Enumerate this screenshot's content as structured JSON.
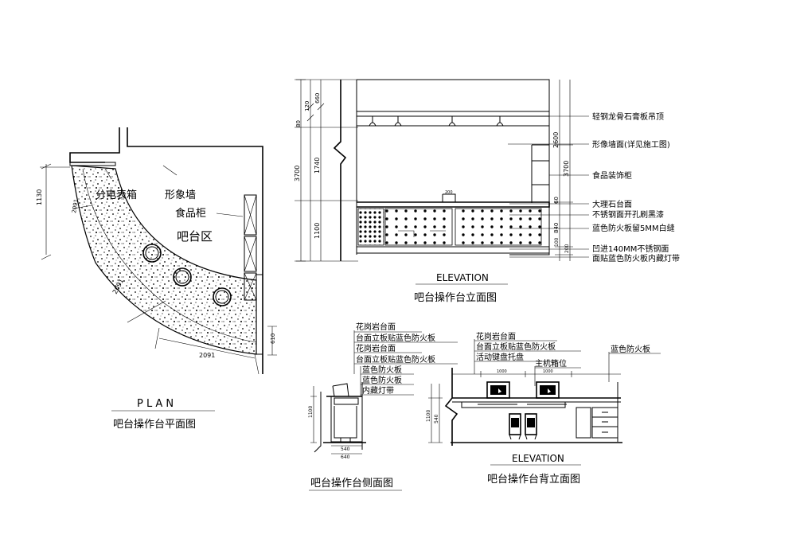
{
  "plan": {
    "view_title": "P L A N",
    "caption": "吧台操作台平面图",
    "labels": {
      "meter_box": "分电表箱",
      "image_wall": "形象墙",
      "food_cabinet": "食品柜",
      "bar_area": "吧台区"
    },
    "dims": {
      "d1130": "1130",
      "d1090": "2091",
      "d2091_inner": "2091",
      "d2091_bottom": "2091",
      "d610": "610"
    }
  },
  "elevation": {
    "view_title": "ELEVATION",
    "caption": "吧台操作台立面图",
    "dims": {
      "d3700": "3700",
      "d1740": "1740",
      "d1100": "1100",
      "d80": "80",
      "d660": "660",
      "d120": "120",
      "d2600": "2600",
      "d3700_right": "3700",
      "d60": "60",
      "d840": "840",
      "d100": "100",
      "d200": "200",
      "d200_top": "200"
    },
    "callouts": [
      "轻钢龙骨石膏板吊顶",
      "形像墙面(详见施工图)",
      "食品装饰柜",
      "大理石台面",
      "不锈钢面开孔刷黑漆",
      "蓝色防火板留5MM白缝",
      "凹进140MM不锈钢面",
      "面贴蓝色防火板内藏灯带"
    ]
  },
  "side": {
    "caption": "吧台操作台侧面图",
    "callouts": [
      "花岗岩台面",
      "台面立板贴蓝色防火板",
      "花岗岩台面",
      "台面立板贴蓝色防火板",
      "蓝色防火板",
      "蓝色防火板",
      "内藏灯带"
    ],
    "dims": {
      "d1100": "1100",
      "d640": "640",
      "d540": "540"
    }
  },
  "back": {
    "view_title": "ELEVATION",
    "caption": "吧台操作台背立面图",
    "callouts": [
      "花岗岩台面",
      "台面立板贴蓝色防火板",
      "活动键盘托盘",
      "主机箱位",
      "蓝色防火板"
    ],
    "dims": {
      "d1000a": "1000",
      "d1000b": "1000",
      "d1100": "1100",
      "d540": "540"
    }
  }
}
